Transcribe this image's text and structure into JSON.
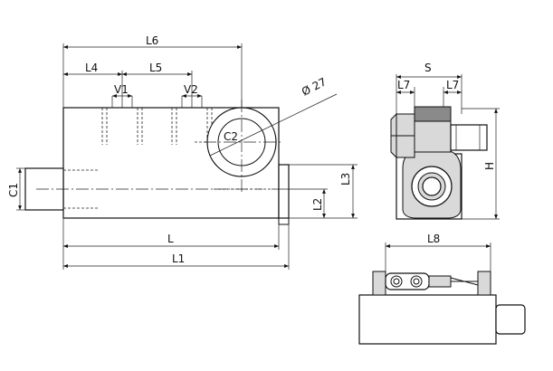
{
  "dimensions": {
    "L6": "L6",
    "L4": "L4",
    "L5": "L5",
    "V1": "V1",
    "V2": "V2",
    "diameter": "Ø 27",
    "C2": "C2",
    "C1": "C1",
    "L3": "L3",
    "L2": "L2",
    "L": "L",
    "L1": "L1",
    "S": "S",
    "L7a": "L7",
    "L7b": "L7",
    "H": "H",
    "L8": "L8"
  }
}
